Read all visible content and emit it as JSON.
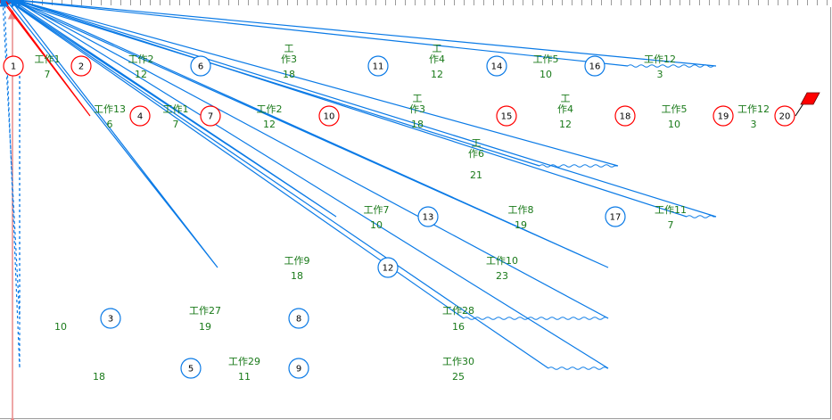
{
  "colors": {
    "critical": "#ff0000",
    "normal": "#0a7ae6",
    "label": "#1a7a1a",
    "node_text": "#000000",
    "timeline": "#e88a8a",
    "flag": "#ff0000"
  },
  "nodes": [
    {
      "id": "1",
      "critical": true
    },
    {
      "id": "2",
      "critical": true
    },
    {
      "id": "3",
      "critical": false
    },
    {
      "id": "4",
      "critical": true
    },
    {
      "id": "5",
      "critical": false
    },
    {
      "id": "6",
      "critical": false
    },
    {
      "id": "7",
      "critical": true
    },
    {
      "id": "8",
      "critical": false
    },
    {
      "id": "9",
      "critical": false
    },
    {
      "id": "10",
      "critical": true
    },
    {
      "id": "11",
      "critical": false
    },
    {
      "id": "12",
      "critical": false
    },
    {
      "id": "13",
      "critical": false
    },
    {
      "id": "14",
      "critical": false
    },
    {
      "id": "15",
      "critical": true
    },
    {
      "id": "16",
      "critical": false
    },
    {
      "id": "17",
      "critical": false
    },
    {
      "id": "18",
      "critical": true
    },
    {
      "id": "19",
      "critical": true
    },
    {
      "id": "20",
      "critical": true
    }
  ],
  "activities": [
    {
      "from": "1",
      "to": "2",
      "name": "工作1",
      "duration": "7",
      "critical": true
    },
    {
      "from": "2",
      "to": "6",
      "name": "工作2",
      "duration": "12",
      "critical": false
    },
    {
      "from": "6",
      "to": "11",
      "name": "工作3",
      "duration": "18",
      "critical": false
    },
    {
      "from": "11",
      "to": "14",
      "name": "工作4",
      "duration": "12",
      "critical": false
    },
    {
      "from": "14",
      "to": "16",
      "name": "工作5",
      "duration": "10",
      "critical": false
    },
    {
      "from": "16",
      "to": "19",
      "name": "工作12",
      "duration": "3",
      "critical": false
    },
    {
      "from": "2",
      "to": "4",
      "name": "工作13",
      "duration": "6",
      "critical": true
    },
    {
      "from": "4",
      "to": "7",
      "name": "工作1",
      "duration": "7",
      "critical": true
    },
    {
      "from": "7",
      "to": "10",
      "name": "工作2",
      "duration": "12",
      "critical": true
    },
    {
      "from": "10",
      "to": "15",
      "name": "工作3",
      "duration": "18",
      "critical": true
    },
    {
      "from": "15",
      "to": "18",
      "name": "工作4",
      "duration": "12",
      "critical": true
    },
    {
      "from": "18",
      "to": "19",
      "name": "工作5",
      "duration": "10",
      "critical": true
    },
    {
      "from": "19",
      "to": "20",
      "name": "工作12",
      "duration": "3",
      "critical": true
    },
    {
      "from": "10",
      "to": "18",
      "name": "工作6",
      "duration": "21",
      "critical": false
    },
    {
      "from": "10",
      "to": "13",
      "name": "工作7",
      "duration": "10",
      "critical": false
    },
    {
      "from": "13",
      "to": "17",
      "name": "工作8",
      "duration": "19",
      "critical": false
    },
    {
      "from": "17",
      "to": "19",
      "name": "工作11",
      "duration": "7",
      "critical": false
    },
    {
      "from": "7",
      "to": "12",
      "name": "工作9",
      "duration": "18",
      "critical": false
    },
    {
      "from": "12",
      "to": "17",
      "name": "工作10",
      "duration": "23",
      "critical": false
    },
    {
      "from": "1",
      "to": "3",
      "name": "",
      "duration": "10",
      "critical": false,
      "dummy": true
    },
    {
      "from": "3",
      "to": "8",
      "name": "工作27",
      "duration": "19",
      "critical": false
    },
    {
      "from": "8",
      "to": "17",
      "name": "工作28",
      "duration": "16",
      "critical": false
    },
    {
      "from": "1",
      "to": "5",
      "name": "",
      "duration": "18",
      "critical": false,
      "dummy": true
    },
    {
      "from": "5",
      "to": "9",
      "name": "工作29",
      "duration": "11",
      "critical": false
    },
    {
      "from": "9",
      "to": "17",
      "name": "工作30",
      "duration": "25",
      "critical": false
    }
  ]
}
